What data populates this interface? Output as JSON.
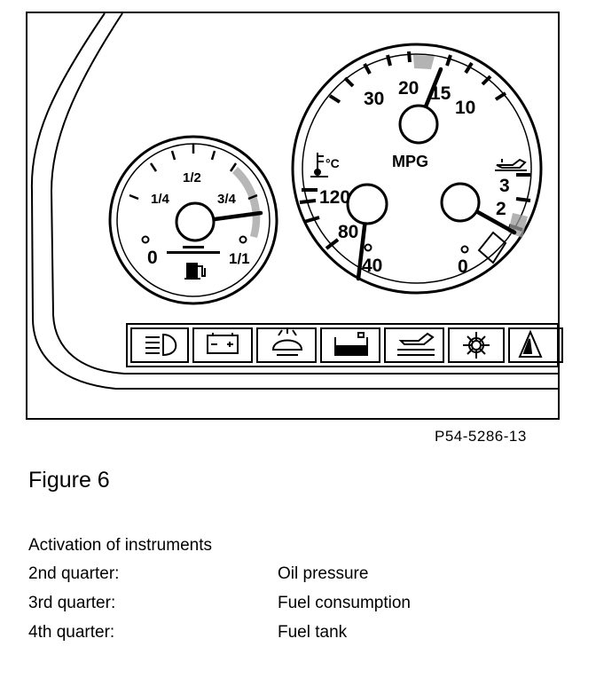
{
  "reference_code": "P54-5286-13",
  "figure_title": "Figure 6",
  "activation": {
    "title": "Activation of instruments",
    "rows": [
      {
        "quarter": "2nd quarter:",
        "instrument": "Oil pressure"
      },
      {
        "quarter": "3rd quarter:",
        "instrument": "Fuel consumption"
      },
      {
        "quarter": "4th quarter:",
        "instrument": "Fuel tank"
      }
    ]
  },
  "fuel_gauge": {
    "labels": [
      "0",
      "1/4",
      "1/2",
      "3/4",
      "1/1"
    ],
    "icon": "fuel-pump-icon"
  },
  "main_gauge": {
    "center_label": "MPG",
    "mpg_scale": [
      "30",
      "20",
      "15",
      "10"
    ],
    "temp_unit": "°C",
    "temp_scale": [
      "120",
      "80",
      "40"
    ],
    "oil_scale": [
      "3",
      "2",
      "0"
    ],
    "temp_icon": "coolant-temperature-icon",
    "oil_icon": "oil-can-icon"
  },
  "warning_lights": [
    {
      "icon": "headlight-icon"
    },
    {
      "icon": "battery-icon"
    },
    {
      "icon": "washer-fluid-icon"
    },
    {
      "icon": "coolant-level-icon"
    },
    {
      "icon": "oil-level-icon"
    },
    {
      "icon": "brake-pad-icon"
    },
    {
      "icon": "warning-triangle-icon"
    }
  ]
}
